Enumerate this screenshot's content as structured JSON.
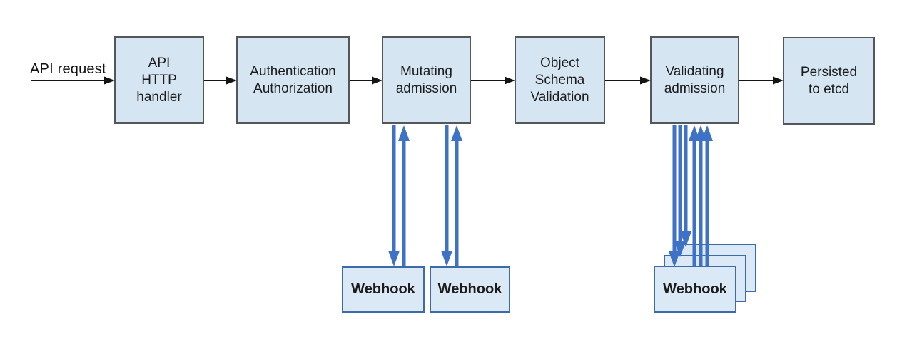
{
  "diagram": {
    "description": "API request admission flow diagram",
    "flow_label": "API request",
    "nodes": [
      {
        "id": "api-http-handler",
        "label": "API\nHTTP\nhandler"
      },
      {
        "id": "authentication-authorization",
        "label": "Authentication\nAuthorization"
      },
      {
        "id": "mutating-admission",
        "label": "Mutating\nadmission"
      },
      {
        "id": "object-schema-validation",
        "label": "Object\nSchema\nValidation"
      },
      {
        "id": "validating-admission",
        "label": "Validating\nadmission"
      },
      {
        "id": "persisted-to-etcd",
        "label": "Persisted\nto etcd"
      }
    ],
    "webhooks": {
      "mutating": [
        {
          "label": "Webhook"
        },
        {
          "label": "Webhook"
        }
      ],
      "validating": [
        {
          "label": "Webhook"
        }
      ]
    },
    "edges": [
      {
        "from": "api-request",
        "to": "api-http-handler",
        "style": "black"
      },
      {
        "from": "api-http-handler",
        "to": "authentication-authorization",
        "style": "black"
      },
      {
        "from": "authentication-authorization",
        "to": "mutating-admission",
        "style": "black"
      },
      {
        "from": "mutating-admission",
        "to": "object-schema-validation",
        "style": "black"
      },
      {
        "from": "object-schema-validation",
        "to": "validating-admission",
        "style": "black"
      },
      {
        "from": "validating-admission",
        "to": "persisted-to-etcd",
        "style": "black"
      },
      {
        "from": "mutating-admission",
        "to": "webhook-1",
        "style": "blue-bidirectional"
      },
      {
        "from": "mutating-admission",
        "to": "webhook-2",
        "style": "blue-bidirectional"
      },
      {
        "from": "validating-admission",
        "to": "webhook-stack",
        "style": "blue-bidirectional-x3"
      }
    ],
    "colors": {
      "node_fill": "#d5e5f2",
      "node_border": "#53575c",
      "webhook_fill": "#dbe8f6",
      "webhook_border": "#3e6aa8",
      "arrow_black": "#141414",
      "arrow_blue": "#3e72c6",
      "background": "#ffffff"
    }
  }
}
